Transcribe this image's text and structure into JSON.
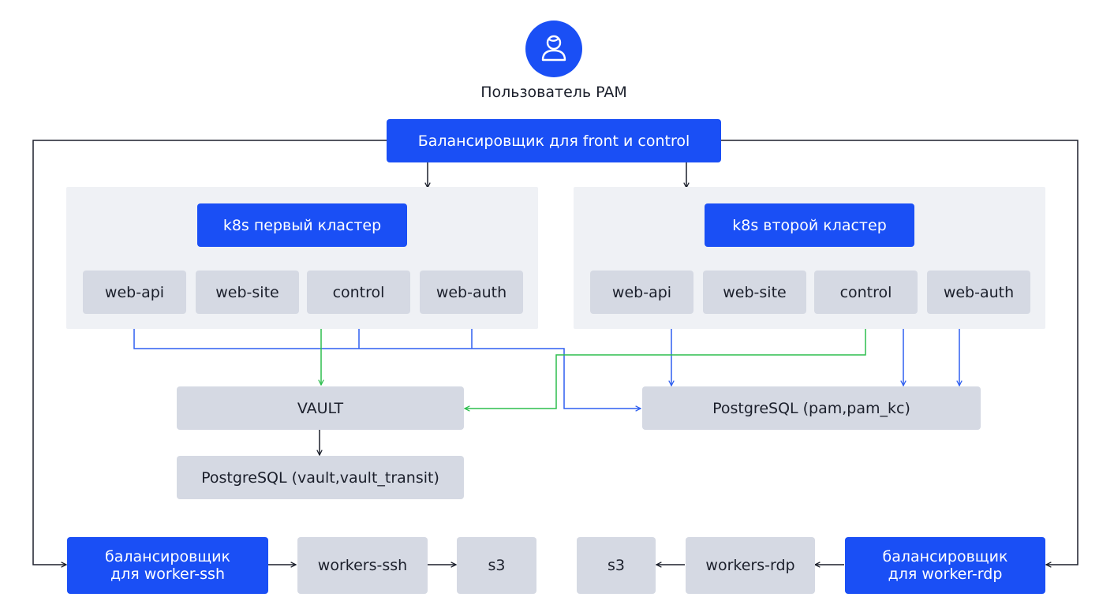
{
  "user": {
    "icon": "user-icon",
    "label": "Пользователь PAM"
  },
  "front_balancer": "Балансировщик для front и control",
  "cluster1": {
    "title": "k8s первый кластер",
    "services": [
      "web-api",
      "web-site",
      "control",
      "web-auth"
    ]
  },
  "cluster2": {
    "title": "k8s второй кластер",
    "services": [
      "web-api",
      "web-site",
      "control",
      "web-auth"
    ]
  },
  "vault": "VAULT",
  "pg_vault": "PostgreSQL (vault,vault_transit)",
  "pg_pam": "PostgreSQL (pam,pam_kc)",
  "ssh": {
    "balancer": "балансировщик\nдля worker-ssh",
    "workers": "workers-ssh",
    "storage": "s3"
  },
  "rdp": {
    "balancer": "балансировщик\nдля worker-rdp",
    "workers": "workers-rdp",
    "storage": "s3"
  },
  "colors": {
    "accent": "#1a4ff5",
    "box": "#d5d9e3",
    "panel": "#eff1f5",
    "vault_link": "#2dbe4e",
    "db_link": "#2f5ff0",
    "line": "#1b1f2b"
  }
}
